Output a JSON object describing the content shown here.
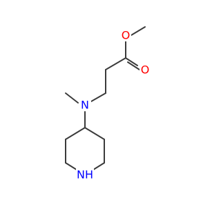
{
  "molecule": {
    "atoms": {
      "o_ether": {
        "label": "O",
        "color": "#ff0000"
      },
      "o_carbonyl": {
        "label": "O",
        "color": "#ff0000"
      },
      "n_amine": {
        "label": "N",
        "color": "#0000ff"
      },
      "nh_ring": {
        "label": "NH",
        "color": "#0000ff"
      }
    },
    "bond_color": "#3a3a3a"
  }
}
